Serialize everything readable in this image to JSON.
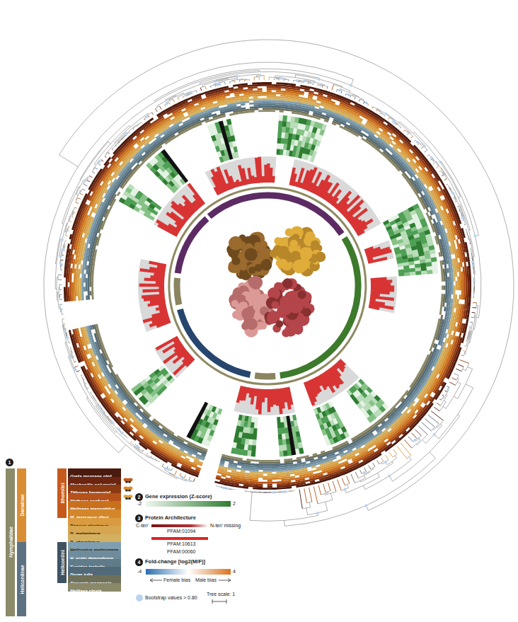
{
  "diagram": {
    "nodes": [
      {
        "text": [
          "Nymphalidae"
        ]
      },
      {
        "text": [
          "Danainae"
        ]
      },
      {
        "text": [
          "Ithomiini"
        ]
      },
      {
        "text": [
          "Heliconiinae"
        ]
      },
      {
        "text": [
          "Heliconiini"
        ]
      }
    ],
    "labels": [
      "1",
      "2",
      "Gene expression (Z-score)",
      "-2",
      "2",
      "3",
      "Protein Architecture",
      "C-ter/",
      "N-ter/ missing",
      "PFAM:01094",
      "PFAM:10613",
      "PFAM:00060",
      "4",
      "Fold-change [log2(M/F)]",
      "-4",
      "Female bias",
      "Male bias",
      "4",
      "Bootstrap values > 0.80",
      "Tree scale: 1"
    ],
    "legend": [
      {
        "text": "Greta morgane oto*",
        "color": "#4a1a0e"
      },
      {
        "text": "Mechanitis polymnia*",
        "color": "#6b2410"
      },
      {
        "text": "Tithorea harmonia*",
        "color": "#8b3a12"
      },
      {
        "text": "Methona confusa*",
        "color": "#b5521b"
      },
      {
        "text": "Melinaea menophilus",
        "color": "#c8701c"
      },
      {
        "text": "M. marsaeus rileyi",
        "color": "#d4862a"
      },
      {
        "text": "Danaus plexippus",
        "color": "#d99a40"
      },
      {
        "text": "D. melanippus",
        "color": "#d6a650"
      },
      {
        "text": "D. chrysippus",
        "color": "#d3b060"
      },
      {
        "text": "Heliconius melpomene",
        "color": "#7f9fb0"
      },
      {
        "text": "H. erato demophoon",
        "color": "#6f8c9c"
      },
      {
        "text": "Eueides isabella",
        "color": "#607b8a"
      },
      {
        "text": "Dryas iulia",
        "color": "#526a78"
      },
      {
        "text": "Speyeria mormonia",
        "color": "#6f705a"
      },
      {
        "text": "Melitaea cinxia",
        "color": "#8a8868"
      }
    ]
  }
}
